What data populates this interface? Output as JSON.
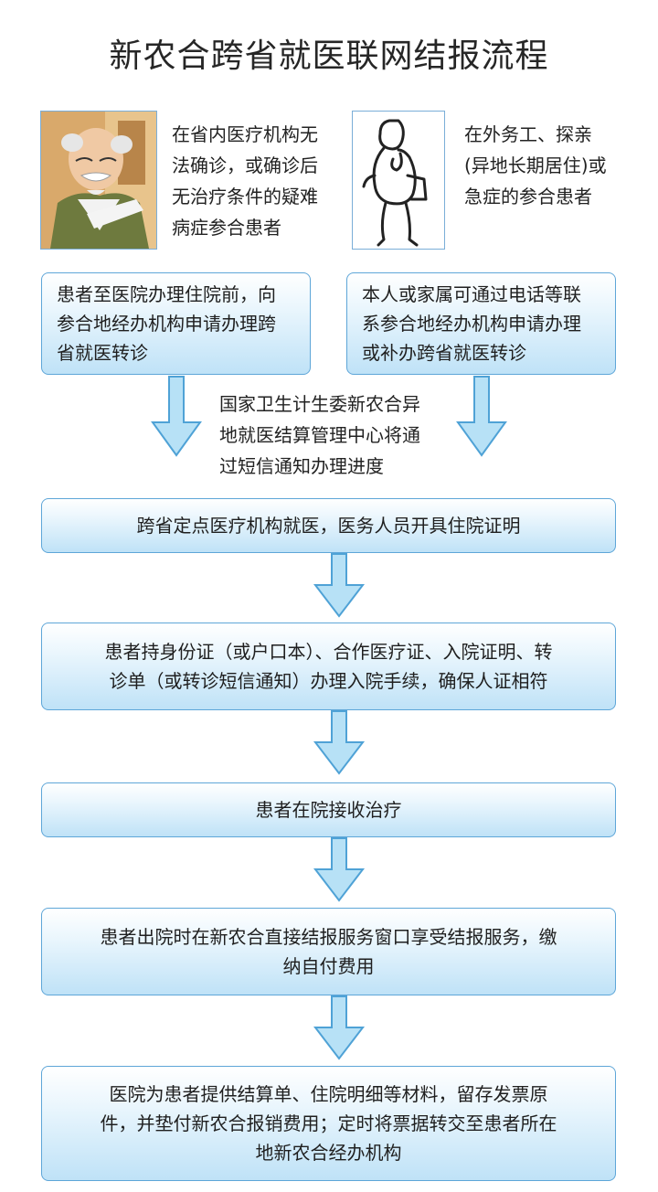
{
  "title": "新农合跨省就医联网结报流程",
  "patients": {
    "left_desc": "在省内医疗机构无\n法确诊，或确诊后\n无治疗条件的疑难\n病症参合患者",
    "right_desc": "在外务工、探亲\n(异地长期居住)或\n急症的参合患者"
  },
  "steps": {
    "left_apply": "患者至医院办理住院前，向\n参合地经办机构申请办理跨\n省就医转诊",
    "right_apply": "本人或家属可通过电话等联\n系参合地经办机构申请办理\n或补办跨省就医转诊",
    "sms_note": "国家卫生计生委新农合异\n地就医结算管理中心将通\n过短信通知办理进度",
    "step1": "跨省定点医疗机构就医，医务人员开具住院证明",
    "step2": "患者持身份证（或户口本）、合作医疗证、入院证明、转\n诊单（或转诊短信通知）办理入院手续，确保人证相符",
    "step3": "患者在院接收治疗",
    "step4": "患者出院时在新农合直接结报服务窗口享受结报服务，缴\n纳自付费用",
    "step5": "医院为患者提供结算单、住院明细等材料，留存发票原\n件，并垫付新农合报销费用；定时将票据转交至患者所在\n地新农合经办机构"
  },
  "colors": {
    "box_border": "#5ea6d8",
    "box_fill_bottom": "#bfe2f7",
    "arrow_fill": "#b7e1f6",
    "arrow_stroke": "#4fa2d6"
  },
  "icons": {
    "left_portrait": "elderly-man-illustration",
    "right_portrait": "thinking-man-sketch"
  }
}
